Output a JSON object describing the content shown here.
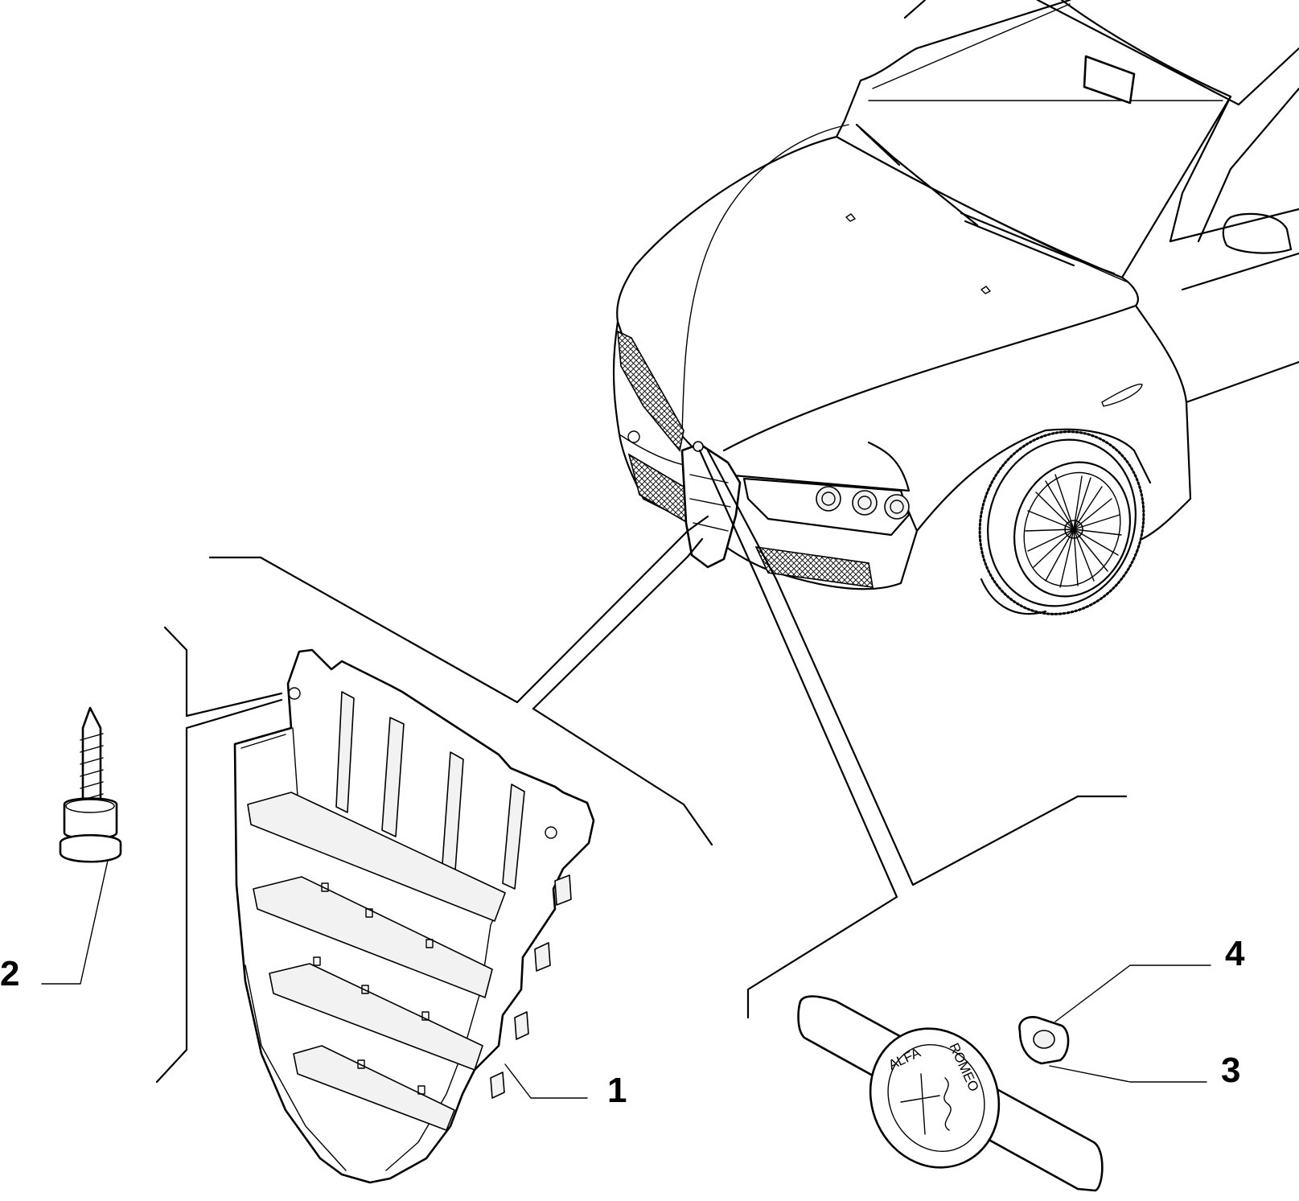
{
  "callouts": [
    {
      "id": "1",
      "label": "1"
    },
    {
      "id": "2",
      "label": "2"
    },
    {
      "id": "3",
      "label": "3"
    },
    {
      "id": "4",
      "label": "4"
    }
  ],
  "emblem": {
    "text_left": "ALFA",
    "text_right": "ROMEO"
  }
}
